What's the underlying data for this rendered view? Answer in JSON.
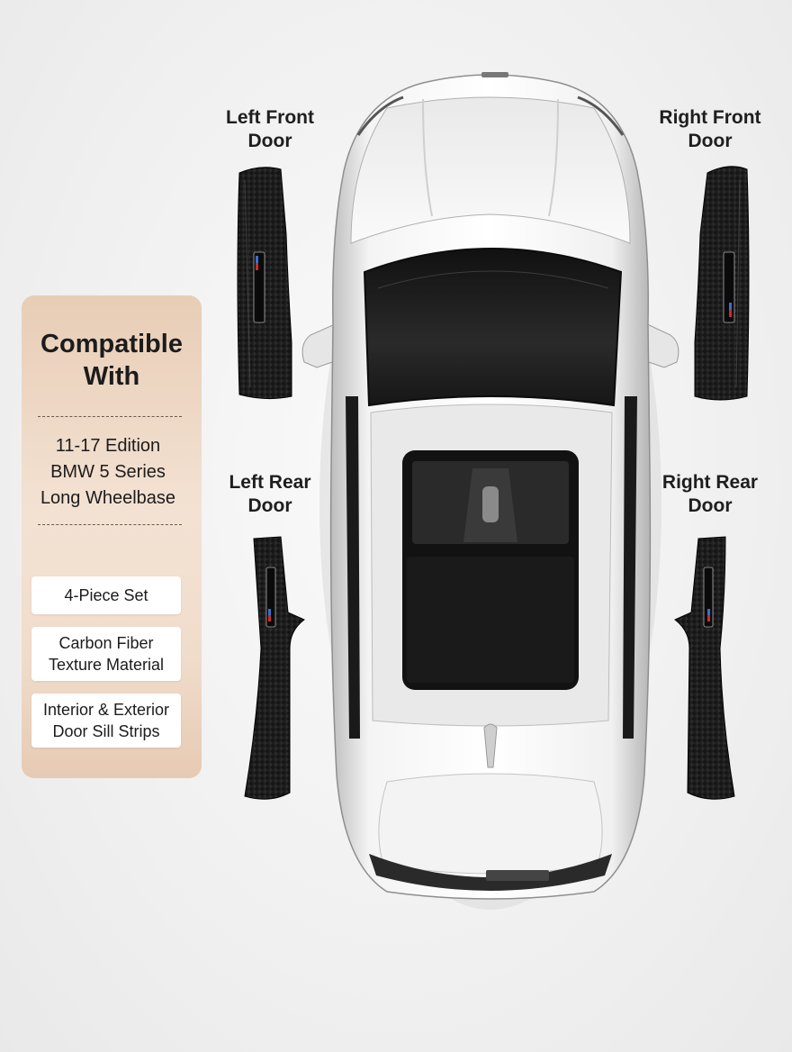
{
  "panel": {
    "title_line1": "Compatible",
    "title_line2": "With",
    "compat_line1": "11-17 Edition",
    "compat_line2": "BMW 5 Series",
    "compat_line3": "Long Wheelbase",
    "features": [
      {
        "line1": "4-Piece Set",
        "line2": ""
      },
      {
        "line1": "Carbon Fiber",
        "line2": "Texture Material"
      },
      {
        "line1": "Interior & Exterior",
        "line2": "Door Sill Strips"
      }
    ]
  },
  "doors": {
    "left_front": {
      "line1": "Left Front",
      "line2": "Door"
    },
    "right_front": {
      "line1": "Right Front",
      "line2": "Door"
    },
    "left_rear": {
      "line1": "Left Rear",
      "line2": "Door"
    },
    "right_rear": {
      "line1": "Right Rear",
      "line2": "Door"
    }
  },
  "colors": {
    "panel_gradient_top": "#e8cdb6",
    "panel_gradient_mid": "#f3e2d3",
    "car_body": "#e4e4e4",
    "carbon": "#1a1a1a",
    "text": "#1c1c1c"
  },
  "icons": [
    "car-top-view",
    "carbon-sill-strip"
  ]
}
